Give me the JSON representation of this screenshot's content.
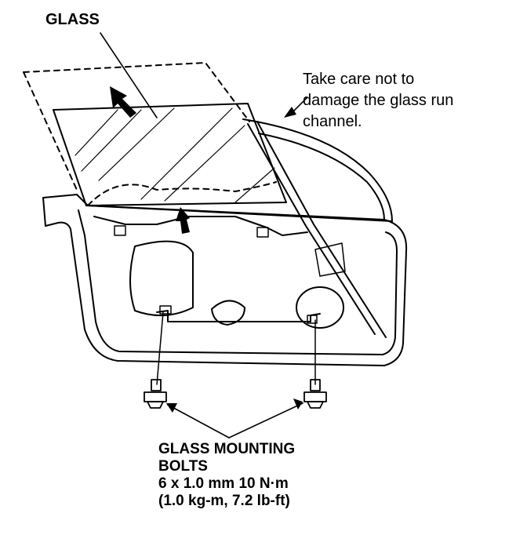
{
  "labels": {
    "glass": "GLASS",
    "caution": [
      "Take care not to",
      "damage the glass run",
      "channel."
    ],
    "bolts": [
      "GLASS MOUNTING",
      "BOLTS",
      "6 x 1.0 mm 10 N·m",
      "(1.0 kg-m, 7.2 lb-ft)"
    ]
  },
  "colors": {
    "ink": "#000000",
    "paper": "#ffffff"
  }
}
